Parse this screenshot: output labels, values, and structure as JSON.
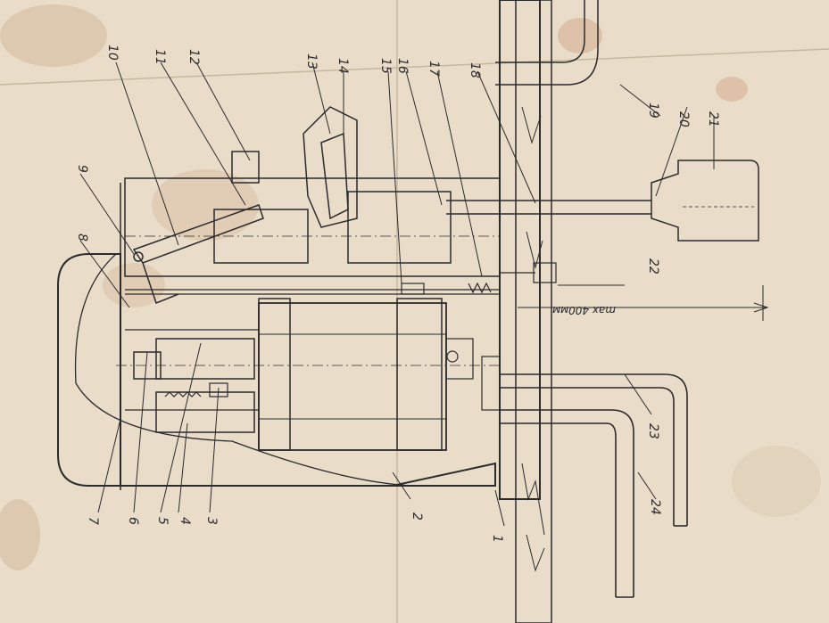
{
  "paper": {
    "color": "#e9ddc9",
    "ink": "#2b2a2c",
    "stain": "#d9b79a"
  },
  "callouts": [
    "1",
    "2",
    "3",
    "4",
    "5",
    "6",
    "7",
    "8",
    "9",
    "10",
    "11",
    "12",
    "13",
    "14",
    "15",
    "16",
    "17",
    "18",
    "19",
    "20",
    "21",
    "22",
    "23",
    "24"
  ],
  "dimension": {
    "text": "max 400мм"
  }
}
